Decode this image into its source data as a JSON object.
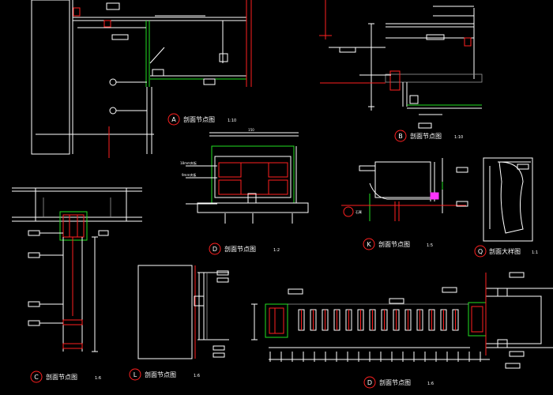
{
  "drawing": {
    "colors": {
      "background": "#000000",
      "line_primary": "#ffffff",
      "line_red": "#ff2020",
      "line_green": "#22e022",
      "marker_circle": "#ff2020"
    },
    "details": [
      {
        "marker": "A",
        "name": "剖面节点图",
        "scale": "1:10"
      },
      {
        "marker": "B",
        "name": "剖面节点图",
        "scale": "1:10"
      },
      {
        "marker": "D",
        "name": "剖面节点图",
        "scale": "1:2"
      },
      {
        "marker": "K",
        "name": "剖面节点图",
        "scale": "1:5"
      },
      {
        "marker": "Q",
        "name": "剖面大样图",
        "scale": "1:1"
      },
      {
        "marker": "C",
        "name": "剖面节点图",
        "scale": "1:6"
      },
      {
        "marker": "L",
        "name": "剖面节点图",
        "scale": "1:6"
      },
      {
        "marker": "D",
        "name": "剖面节点图",
        "scale": "1:6"
      }
    ],
    "labels": {
      "d_label_1": "18mm夹板",
      "d_label_2": "9mm夹板",
      "k_label": "石膏",
      "b_dim": "150"
    }
  }
}
